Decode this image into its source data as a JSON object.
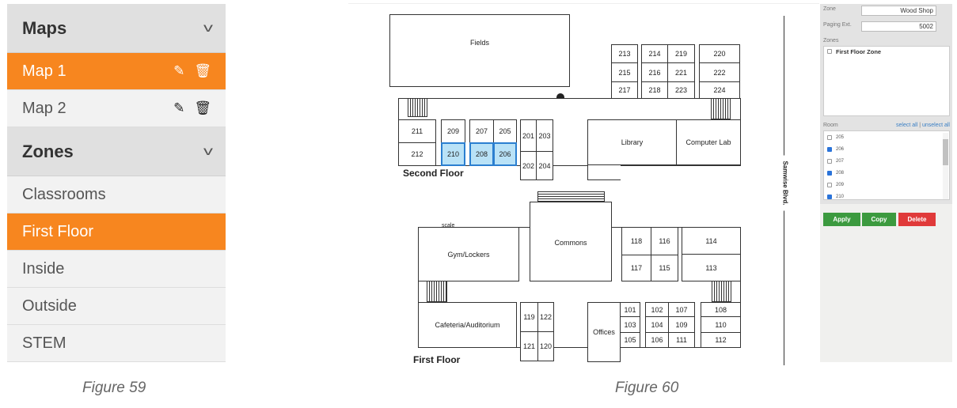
{
  "left_panel": {
    "maps_header": "Maps",
    "maps": [
      {
        "label": "Map 1",
        "selected": true
      },
      {
        "label": "Map 2",
        "selected": false
      }
    ],
    "zones_header": "Zones",
    "zones": [
      {
        "label": "Classrooms"
      },
      {
        "label": "First Floor",
        "selected": true
      },
      {
        "label": "Inside"
      },
      {
        "label": "Outside"
      },
      {
        "label": "STEM"
      }
    ],
    "caption": "Figure 59"
  },
  "map": {
    "caption": "Figure 60",
    "second_floor_label": "Second Floor",
    "first_floor_label": "First Floor",
    "street_label": "Samwise Blvd.",
    "scale_label": "scale",
    "rooms": {
      "fields": "Fields",
      "213": "213",
      "214": "214",
      "219": "219",
      "220": "220",
      "215": "215",
      "216": "216",
      "221": "221",
      "222": "222",
      "217": "217",
      "218": "218",
      "223": "223",
      "224": "224",
      "211": "211",
      "212": "212",
      "209": "209",
      "210": "210",
      "207": "207",
      "205": "205",
      "208": "208",
      "206": "206",
      "201": "201",
      "203": "203",
      "202": "202",
      "204": "204",
      "library": "Library",
      "computer_lab": "Computer Lab",
      "commons": "Commons",
      "gym": "Gym/Lockers",
      "cafeteria": "Cafeteria/Auditorium",
      "118": "118",
      "116": "116",
      "114": "114",
      "117": "117",
      "115": "115",
      "113": "113",
      "119": "119",
      "122": "122",
      "121": "121",
      "120": "120",
      "offices": "Offices",
      "101": "101",
      "102": "102",
      "107": "107",
      "108": "108",
      "103": "103",
      "104": "104",
      "109": "109",
      "110": "110",
      "105": "105",
      "106": "106",
      "111": "111",
      "112": "112"
    },
    "highlighted_rooms": [
      "206",
      "208",
      "210"
    ],
    "highlight_color": "#b9e2f7"
  },
  "zone_editor": {
    "zone_label": "Zone",
    "zone_value": "Wood Shop",
    "paging_label": "Paging Ext.",
    "paging_value": "5002",
    "zones_label": "Zones",
    "zones": [
      {
        "label": "First Floor Zone",
        "checked": false
      }
    ],
    "room_label": "Room",
    "select_all": "select all",
    "separator": "|",
    "unselect_all": "unselect all",
    "rooms": [
      {
        "label": "205",
        "checked": false
      },
      {
        "label": "206",
        "checked": true
      },
      {
        "label": "207",
        "checked": false
      },
      {
        "label": "208",
        "checked": true
      },
      {
        "label": "209",
        "checked": false
      },
      {
        "label": "210",
        "checked": true
      }
    ],
    "apply": "Apply",
    "copy": "Copy",
    "delete": "Delete",
    "colors": {
      "apply": "#3c9a3f",
      "copy": "#3c9a3f",
      "delete": "#e03a3a"
    }
  }
}
